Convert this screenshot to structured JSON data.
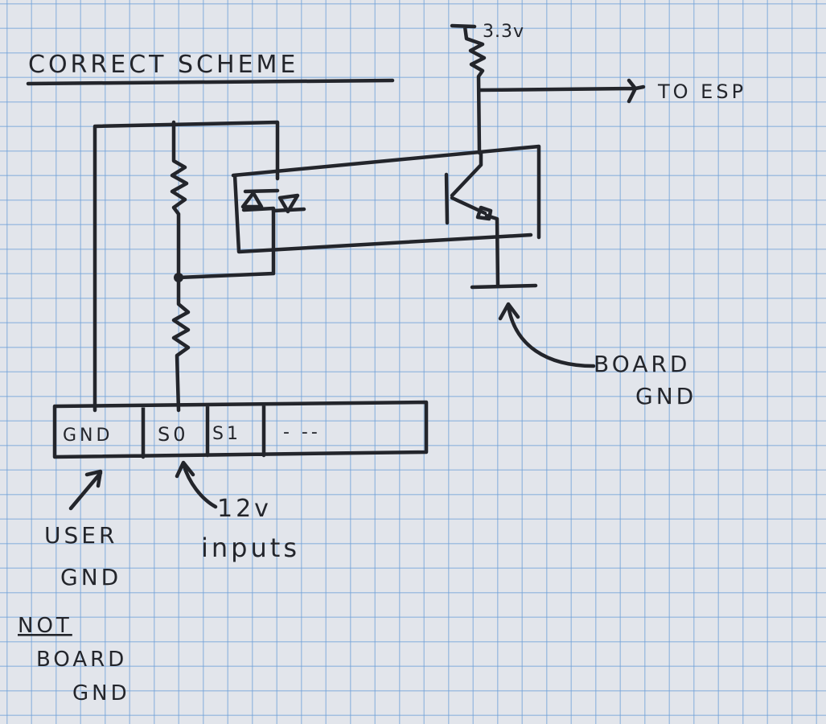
{
  "title": "CORRECT SCHEME",
  "supply_label": "3.3v",
  "output_label": "TO ESP",
  "board_gnd": {
    "line1": "BOARD",
    "line2": "GND"
  },
  "connector": {
    "pins": [
      "GND",
      "S0",
      "S1",
      "- --"
    ]
  },
  "user_gnd": {
    "line1": "USER",
    "line2": "GND"
  },
  "note": {
    "line1": "NOT",
    "line2": "BOARD",
    "line3": "GND"
  },
  "inputs_label": {
    "line1": "12v",
    "line2": "inputs"
  },
  "colors": {
    "ink": "#23252b",
    "paper": "#e2e5eb",
    "grid": "#6ea0d7"
  }
}
